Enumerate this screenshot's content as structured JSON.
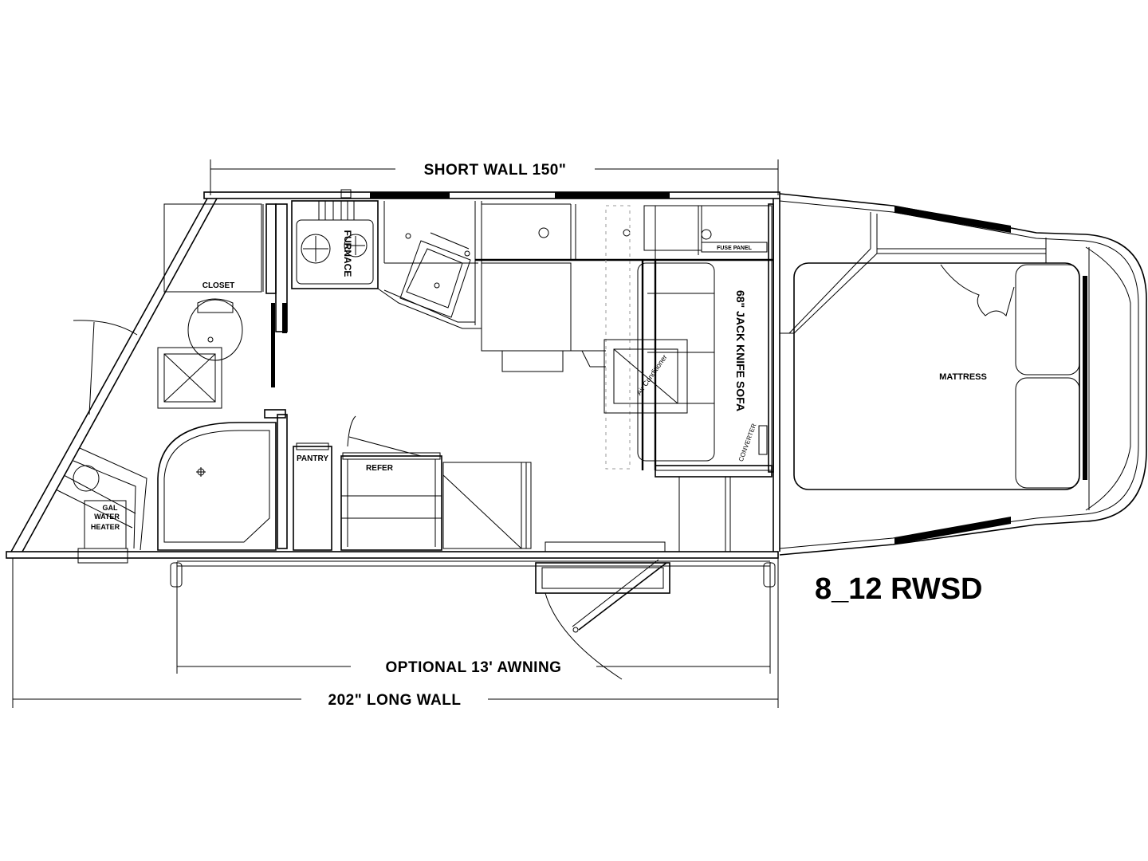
{
  "drawing": {
    "model": "8_12 RWSD",
    "short_wall": "SHORT WALL 150\"",
    "long_wall": "202\" LONG WALL",
    "awning": "OPTIONAL 13' AWNING"
  },
  "rooms": {
    "closet": "CLOSET",
    "furnace": "FURNACE",
    "sofa": "68\" JACK KNIFE SOFA",
    "fuse_panel": "FUSE PANEL",
    "air_conditioner": "Air Conditioner",
    "converter": "CONVERTER",
    "mattress": "MATTRESS",
    "pantry": "PANTRY",
    "refer": "REFER",
    "water_heater_1": "GAL",
    "water_heater_2": "WATER",
    "water_heater_3": "HEATER"
  },
  "colors": {
    "line": "#000000",
    "background": "#ffffff",
    "window": "#000000"
  }
}
